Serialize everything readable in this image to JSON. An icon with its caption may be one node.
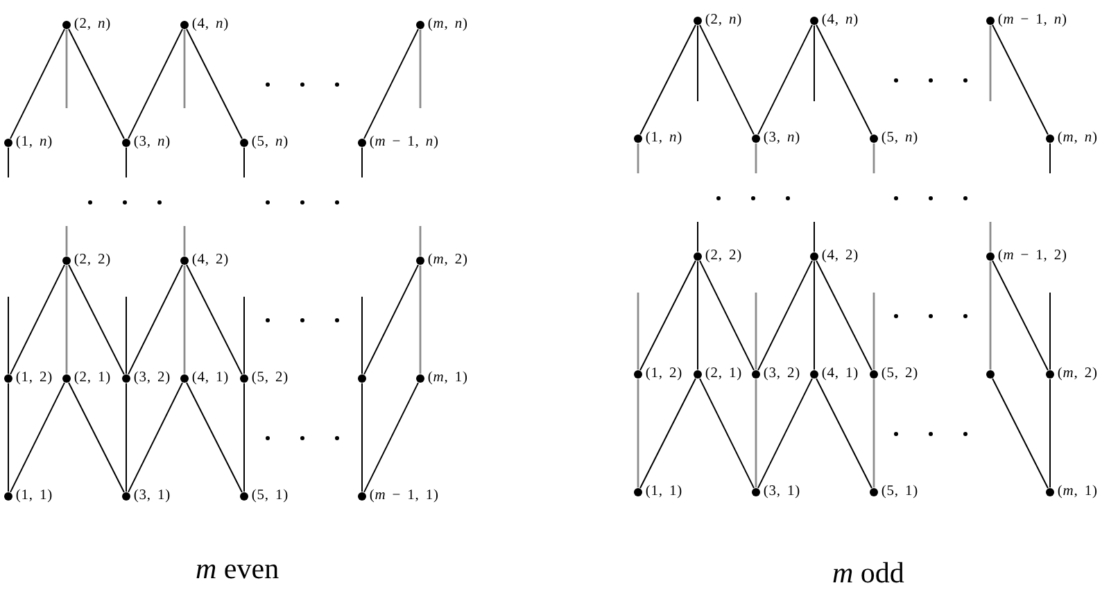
{
  "diagram": {
    "nodes": [
      {
        "text": [],
        "shape": "circle",
        "beside": [
          "(2, *n*)"
        ]
      },
      {
        "text": [],
        "shape": "circle",
        "beside": [
          "(4, *n*)"
        ]
      },
      {
        "text": [],
        "shape": "circle",
        "beside": [
          "(*m*, *n*)"
        ]
      },
      {
        "text": [],
        "shape": "circle",
        "beside": [
          "(1, *n*)"
        ]
      },
      {
        "text": [],
        "shape": "circle",
        "beside": [
          "(3, *n*)"
        ]
      },
      {
        "text": [],
        "shape": "circle",
        "beside": [
          "(5, *n*)"
        ]
      },
      {
        "text": [],
        "shape": "circle",
        "beside": [
          "(*m* − 1, *n*)"
        ]
      },
      {
        "text": [],
        "shape": "circle",
        "beside": [
          "(2, 2)"
        ]
      },
      {
        "text": [],
        "shape": "circle",
        "beside": [
          "(4, 2)"
        ]
      },
      {
        "text": [],
        "shape": "circle",
        "beside": [
          "(*m*, 2)"
        ]
      },
      {
        "text": [],
        "shape": "circle",
        "beside": [
          "(1, 2)"
        ]
      },
      {
        "text": [],
        "shape": "circle",
        "beside": [
          "(2, 1)"
        ]
      },
      {
        "text": [],
        "shape": "circle",
        "beside": [
          "(3, 2)"
        ]
      },
      {
        "text": [],
        "shape": "circle",
        "beside": [
          "(4, 1)"
        ]
      },
      {
        "text": [],
        "shape": "circle",
        "beside": [
          "(5, 2)"
        ]
      },
      {
        "text": [],
        "shape": "circle"
      },
      {
        "text": [],
        "shape": "circle",
        "beside": [
          "(*m*, 1)"
        ]
      },
      {
        "text": [],
        "shape": "circle",
        "beside": [
          "(1, 1)"
        ]
      },
      {
        "text": [],
        "shape": "circle",
        "beside": [
          "(3, 1)"
        ]
      },
      {
        "text": [],
        "shape": "circle",
        "beside": [
          "(5, 1)"
        ]
      },
      {
        "text": [],
        "shape": "circle",
        "beside": [
          "(*m* − 1, 1)"
        ]
      },
      {
        "text": [],
        "shape": "circle",
        "beside": [
          "(2, *n*)"
        ]
      },
      {
        "text": [],
        "shape": "circle",
        "beside": [
          "(4, *n*)"
        ]
      },
      {
        "text": [],
        "shape": "circle",
        "beside": [
          "(*m* − 1, *n*)"
        ]
      },
      {
        "text": [],
        "shape": "circle",
        "beside": [
          "(1, *n*)"
        ]
      },
      {
        "text": [],
        "shape": "circle",
        "beside": [
          "(3, *n*)"
        ]
      },
      {
        "text": [],
        "shape": "circle",
        "beside": [
          "(5, *n*)"
        ]
      },
      {
        "text": [],
        "shape": "circle",
        "beside": [
          "(*m*, *n*)"
        ]
      },
      {
        "text": [],
        "shape": "circle",
        "beside": [
          "(2, 2)"
        ]
      },
      {
        "text": [],
        "shape": "circle",
        "beside": [
          "(4, 2)"
        ]
      },
      {
        "text": [],
        "shape": "circle",
        "beside": [
          "(*m* − 1, 2)"
        ]
      },
      {
        "text": [],
        "shape": "circle",
        "beside": [
          "(1, 2)"
        ]
      },
      {
        "text": [],
        "shape": "circle",
        "beside": [
          "(2, 1)"
        ]
      },
      {
        "text": [],
        "shape": "circle",
        "beside": [
          "(3, 2)"
        ]
      },
      {
        "text": [],
        "shape": "circle",
        "beside": [
          "(4, 1)"
        ]
      },
      {
        "text": [],
        "shape": "circle",
        "beside": [
          "(5, 2)"
        ]
      },
      {
        "text": [],
        "shape": "circle"
      },
      {
        "text": [],
        "shape": "circle",
        "beside": [
          "(*m*, 2)"
        ]
      },
      {
        "text": [],
        "shape": "circle",
        "beside": [
          "(1, 1)"
        ]
      },
      {
        "text": [],
        "shape": "circle",
        "beside": [
          "(3, 1)"
        ]
      },
      {
        "text": [],
        "shape": "circle",
        "beside": [
          "(5, 1)"
        ]
      },
      {
        "text": [],
        "shape": "circle",
        "beside": [
          "(*m*, 1)"
        ]
      }
    ],
    "edges": [
      {
        "from": 3,
        "to": 0,
        "arrow": "none"
      },
      {
        "from": 0,
        "to": 4,
        "arrow": "none"
      },
      {
        "from": 4,
        "to": 1,
        "arrow": "none"
      },
      {
        "from": 1,
        "to": 5,
        "arrow": "none"
      },
      {
        "from": 6,
        "to": 2,
        "arrow": "none"
      },
      {
        "from": 0,
        "to": null,
        "arrow": "none",
        "color": "#8c8c8c"
      },
      {
        "from": 1,
        "to": null,
        "arrow": "none",
        "color": "#8c8c8c"
      },
      {
        "from": 2,
        "to": null,
        "arrow": "none",
        "color": "#8c8c8c"
      },
      {
        "from": 3,
        "to": null,
        "arrow": "none"
      },
      {
        "from": 4,
        "to": null,
        "arrow": "none"
      },
      {
        "from": 5,
        "to": null,
        "arrow": "none"
      },
      {
        "from": 6,
        "to": null,
        "arrow": "none"
      },
      {
        "from": 7,
        "to": null,
        "arrow": "none",
        "color": "#8c8c8c"
      },
      {
        "from": 8,
        "to": null,
        "arrow": "none",
        "color": "#8c8c8c"
      },
      {
        "from": 9,
        "to": null,
        "arrow": "none",
        "color": "#8c8c8c"
      },
      {
        "from": 10,
        "to": null,
        "arrow": "none"
      },
      {
        "from": 12,
        "to": null,
        "arrow": "none"
      },
      {
        "from": 14,
        "to": null,
        "arrow": "none"
      },
      {
        "from": 15,
        "to": null,
        "arrow": "none"
      },
      {
        "from": 10,
        "to": 7,
        "arrow": "none"
      },
      {
        "from": 7,
        "to": 12,
        "arrow": "none"
      },
      {
        "from": 12,
        "to": 8,
        "arrow": "none"
      },
      {
        "from": 8,
        "to": 14,
        "arrow": "none"
      },
      {
        "from": 15,
        "to": 9,
        "arrow": "none"
      },
      {
        "from": 7,
        "to": 11,
        "arrow": "none",
        "color": "#8c8c8c"
      },
      {
        "from": 8,
        "to": 13,
        "arrow": "none",
        "color": "#8c8c8c"
      },
      {
        "from": 9,
        "to": 16,
        "arrow": "none",
        "color": "#8c8c8c"
      },
      {
        "from": 17,
        "to": 10,
        "arrow": "none"
      },
      {
        "from": 18,
        "to": 12,
        "arrow": "none"
      },
      {
        "from": 19,
        "to": 14,
        "arrow": "none"
      },
      {
        "from": 20,
        "to": 15,
        "arrow": "none"
      },
      {
        "from": 17,
        "to": 11,
        "arrow": "none"
      },
      {
        "from": 11,
        "to": 18,
        "arrow": "none"
      },
      {
        "from": 18,
        "to": 13,
        "arrow": "none"
      },
      {
        "from": 13,
        "to": 19,
        "arrow": "none"
      },
      {
        "from": 20,
        "to": 16,
        "arrow": "none"
      },
      {
        "from": 24,
        "to": 21,
        "arrow": "none"
      },
      {
        "from": 21,
        "to": 25,
        "arrow": "none"
      },
      {
        "from": 25,
        "to": 22,
        "arrow": "none"
      },
      {
        "from": 22,
        "to": 26,
        "arrow": "none"
      },
      {
        "from": 23,
        "to": 27,
        "arrow": "none"
      },
      {
        "from": 21,
        "to": null,
        "arrow": "none"
      },
      {
        "from": 22,
        "to": null,
        "arrow": "none"
      },
      {
        "from": 23,
        "to": null,
        "arrow": "none",
        "color": "#8c8c8c"
      },
      {
        "from": 24,
        "to": null,
        "arrow": "none",
        "color": "#8c8c8c"
      },
      {
        "from": 25,
        "to": null,
        "arrow": "none",
        "color": "#8c8c8c"
      },
      {
        "from": 26,
        "to": null,
        "arrow": "none",
        "color": "#8c8c8c"
      },
      {
        "from": 27,
        "to": null,
        "arrow": "none"
      },
      {
        "from": 28,
        "to": null,
        "arrow": "none"
      },
      {
        "from": 29,
        "to": null,
        "arrow": "none"
      },
      {
        "from": 30,
        "to": null,
        "arrow": "none",
        "color": "#8c8c8c"
      },
      {
        "from": 31,
        "to": null,
        "arrow": "none",
        "color": "#8c8c8c"
      },
      {
        "from": 33,
        "to": null,
        "arrow": "none",
        "color": "#8c8c8c"
      },
      {
        "from": 35,
        "to": null,
        "arrow": "none",
        "color": "#8c8c8c"
      },
      {
        "from": 37,
        "to": null,
        "arrow": "none"
      },
      {
        "from": 31,
        "to": 28,
        "arrow": "none"
      },
      {
        "from": 28,
        "to": 33,
        "arrow": "none"
      },
      {
        "from": 33,
        "to": 29,
        "arrow": "none"
      },
      {
        "from": 29,
        "to": 35,
        "arrow": "none"
      },
      {
        "from": 30,
        "to": 37,
        "arrow": "none"
      },
      {
        "from": 28,
        "to": 32,
        "arrow": "none"
      },
      {
        "from": 29,
        "to": 34,
        "arrow": "none"
      },
      {
        "from": 30,
        "to": 36,
        "arrow": "none",
        "color": "#8c8c8c"
      },
      {
        "from": 38,
        "to": 31,
        "arrow": "none",
        "color": "#8c8c8c"
      },
      {
        "from": 39,
        "to": 33,
        "arrow": "none",
        "color": "#8c8c8c"
      },
      {
        "from": 40,
        "to": 35,
        "arrow": "none",
        "color": "#8c8c8c"
      },
      {
        "from": 41,
        "to": 37,
        "arrow": "none"
      },
      {
        "from": 38,
        "to": 32,
        "arrow": "none"
      },
      {
        "from": 32,
        "to": 39,
        "arrow": "none"
      },
      {
        "from": 39,
        "to": 34,
        "arrow": "none"
      },
      {
        "from": 34,
        "to": 40,
        "arrow": "none"
      },
      {
        "from": 36,
        "to": 41,
        "arrow": "none"
      }
    ],
    "labels": [
      "*m* even",
      "*m* odd"
    ]
  }
}
